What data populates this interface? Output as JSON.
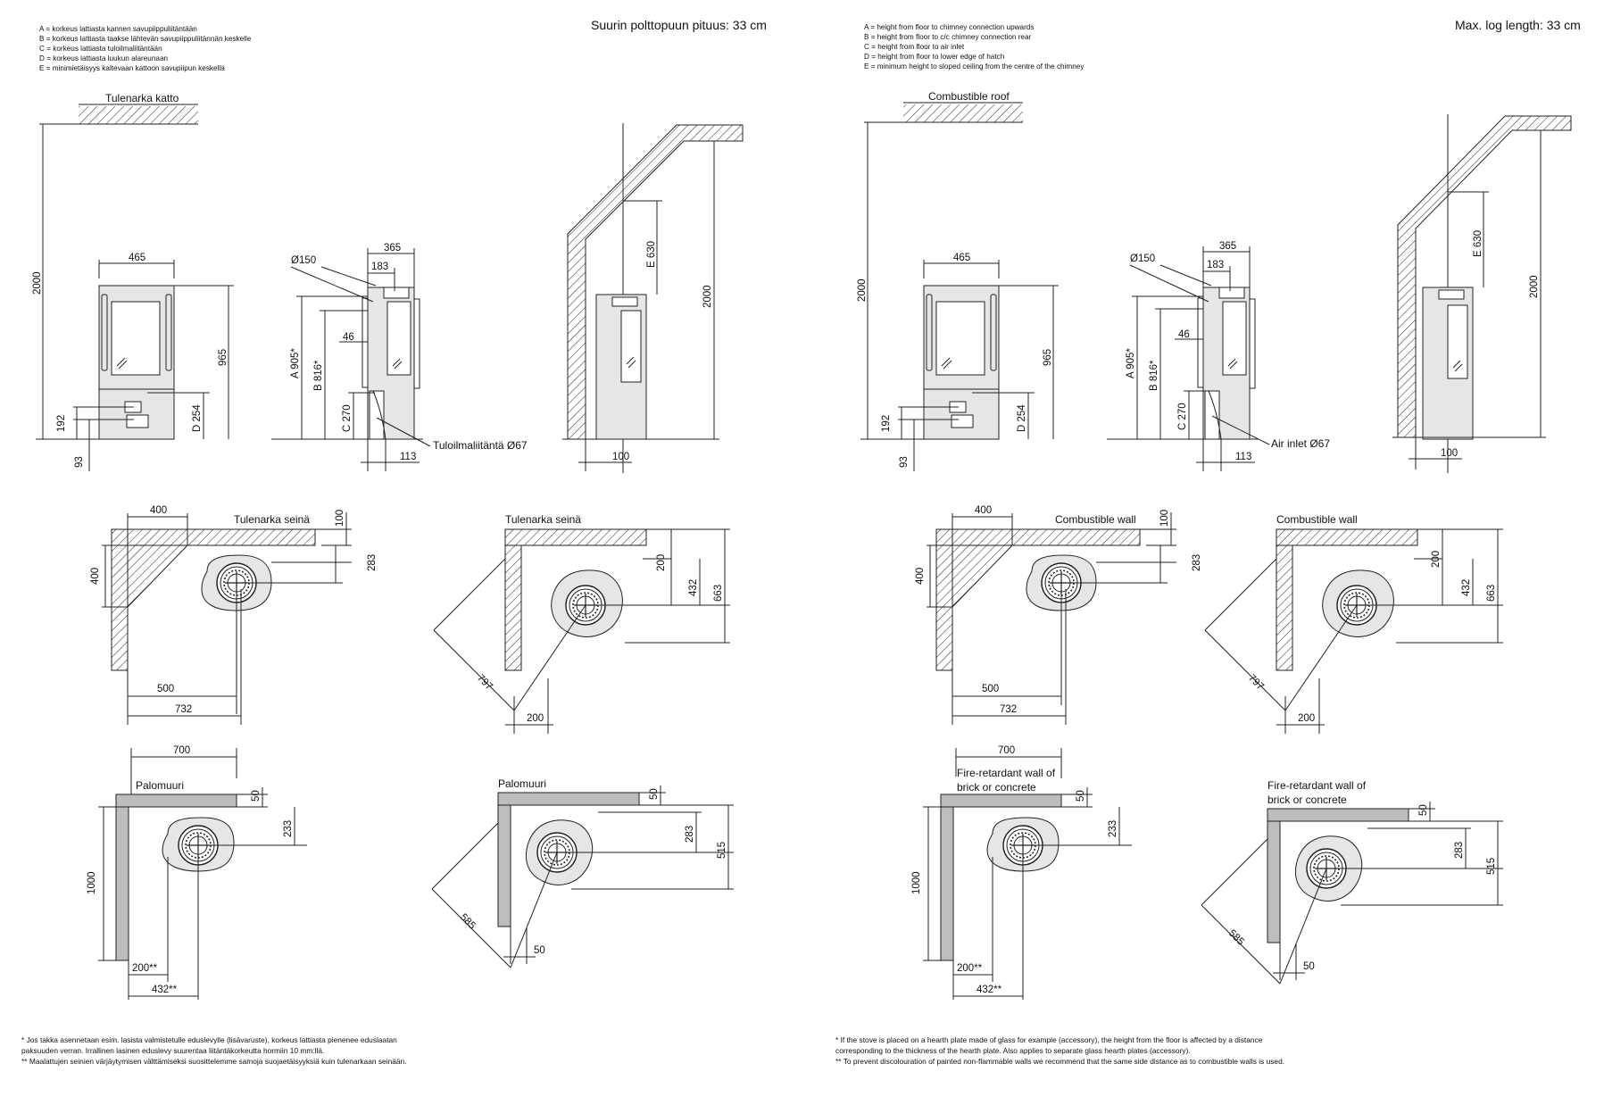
{
  "colors": {
    "line": "#222222",
    "hatch": "#333333",
    "stove_fill": "#e6e6e6",
    "wall_fill": "#bdbdbd",
    "background": "#ffffff"
  },
  "left": {
    "title": "Suurin polttopuun pituus: 33 cm",
    "legend": [
      "A = korkeus lattiasta kannen savupiippuliitäntään",
      "B = korkeus lattiasta taakse lähtevän savupiippuliitännän keskelle",
      "C = korkeus lattiasta tuloilmaliitäntään",
      "D = korkeus lattiasta luukun alareunaan",
      "E = minimietäisyys kaltevaan kattoon savupiipun keskellä"
    ],
    "roof_label": "Tulenarka katto",
    "wall_label_a": "Tulenarka seinä",
    "wall_label_b": "Tulenarka seinä",
    "fire_wall_a": "Palomuuri",
    "fire_wall_b": "Palomuuri",
    "air_inlet": "Tuloilmaliitäntä Ø67",
    "footnotes": [
      "*  Jos takka asennetaan esim. lasista valmistetulle eduslevylle (lisävaruste), korkeus lattiasta pienenee eduslaatan",
      "   paksuuden verran. Irrallinen lasinen eduslevy suurentaa liitäntäkorkeutta hormiin 10 mm:llä.",
      "** Maalattujen seinien värjäytymisen välttämiseksi suosittelemme samoja suojaetäisyyksiä kuin tulenarkaan seinään."
    ]
  },
  "right": {
    "title": "Max. log length: 33 cm",
    "legend": [
      "A = height from floor to chimney connection upwards",
      "B = height from floor to c/c chimney connection rear",
      "C = height from floor to air inlet",
      "D = height from floor to lower edge of hatch",
      "E = minimum height to sloped ceiling from the centre of the chimney"
    ],
    "roof_label": "Combustible roof",
    "wall_label_a": "Combustible wall",
    "wall_label_b": "Combustible wall",
    "fire_wall_a_1": "Fire-retardant wall of",
    "fire_wall_a_2": "brick or concrete",
    "fire_wall_b_1": "Fire-retardant wall of",
    "fire_wall_b_2": "brick or concrete",
    "air_inlet": "Air inlet Ø67",
    "footnotes": [
      "*   If the stove is placed on a hearth plate made of glass for example (accessory), the height from the floor is affected by a distance",
      "    corresponding to the thickness of the hearth plate. Also applies to separate glass hearth plates (accessory).",
      "**  To prevent discolouration of painted non-flammable walls we recommend that the same side distance as to combustible walls is used."
    ]
  },
  "dims": {
    "h2000": "2000",
    "w465": "465",
    "h965": "965",
    "h192": "192",
    "d254": "D 254",
    "h93": "93",
    "d150": "Ø150",
    "w365": "365",
    "w183": "183",
    "a905": "A 905*",
    "b816": "B 816*",
    "w46": "46",
    "c270": "C 270",
    "w113": "113",
    "e630": "E 630",
    "w100": "100",
    "c400": "400",
    "c100": "100",
    "c283": "283",
    "c500": "500",
    "c732": "732",
    "d200": "200",
    "d432": "432",
    "d663": "663",
    "d797": "797",
    "f700": "700",
    "f50": "50",
    "f233": "233",
    "f1000": "1000",
    "f200": "200**",
    "f432": "432**",
    "g283": "283",
    "g515": "515",
    "g585": "585",
    "g50": "50"
  }
}
